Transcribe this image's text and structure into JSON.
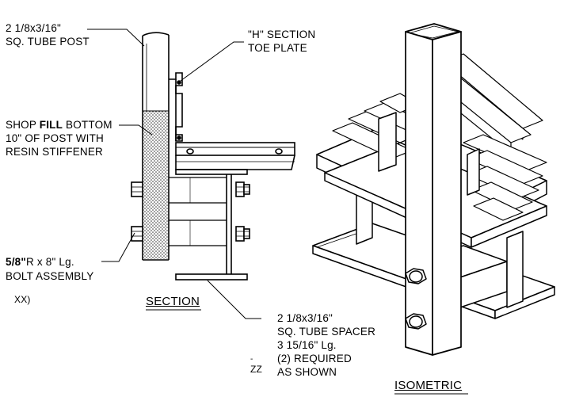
{
  "labels": {
    "post_line1": "2 1/8x3/16\"",
    "post_line2": "SQ. TUBE POST",
    "toe_line1": "\"H\" SECTION",
    "toe_line2": "TOE PLATE",
    "fill_line1a": "SHOP ",
    "fill_line1b": "FILL",
    "fill_line1c": " BOTTOM",
    "fill_line2": "10\" OF POST WITH",
    "fill_line3": "RESIN STIFFENER",
    "bolt_line1a": "5/8\"",
    "bolt_line1b": "R x 8\" Lg.",
    "bolt_line2": "BOLT ASSEMBLY",
    "mark_xx": "XX)",
    "section_title": "SECTION",
    "spacer_line1": "2 1/8x3/16\"",
    "spacer_line2": "SQ. TUBE SPACER",
    "spacer_line3": "3 15/16\" Lg.",
    "spacer_line4": "(2) REQUIRED",
    "spacer_line5": "AS SHOWN",
    "mark_zz": "ZZ",
    "mark_dash": "-",
    "isometric_title": "ISOMETRIC"
  }
}
